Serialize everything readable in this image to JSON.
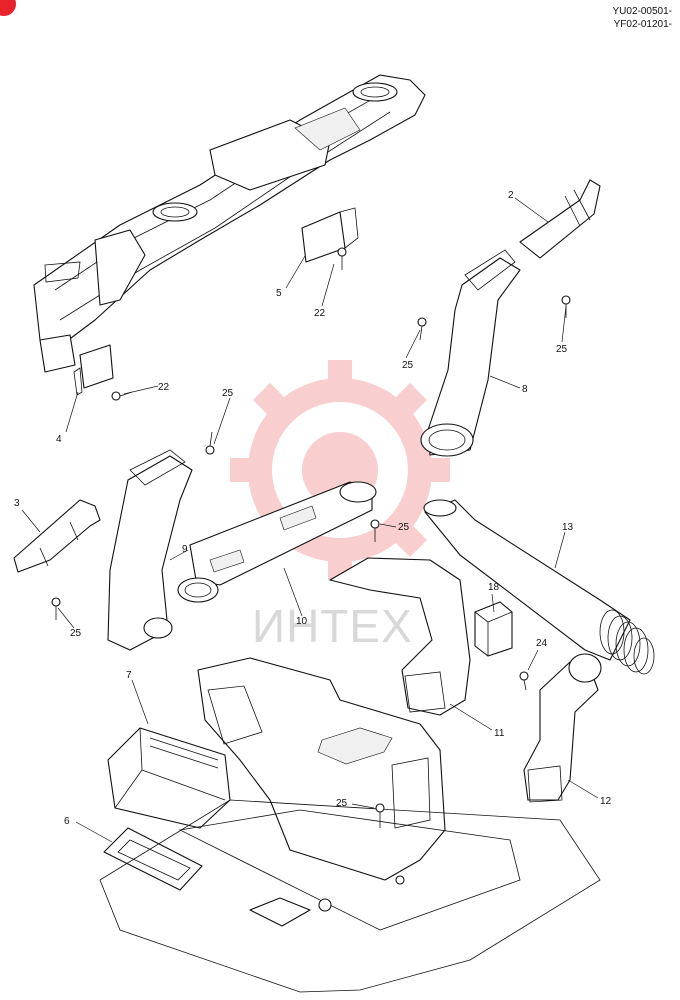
{
  "header": {
    "ref_code_1": "YU02-00501-",
    "ref_code_2": "YF02-01201-"
  },
  "watermark": {
    "text": "ИНТЕХ",
    "color": "#e8232b"
  },
  "callouts": [
    "2",
    "3",
    "4",
    "5",
    "6",
    "7",
    "8",
    "9",
    "10",
    "11",
    "12",
    "13",
    "18",
    "22",
    "22",
    "24",
    "25",
    "25",
    "25",
    "25",
    "25",
    "25"
  ]
}
